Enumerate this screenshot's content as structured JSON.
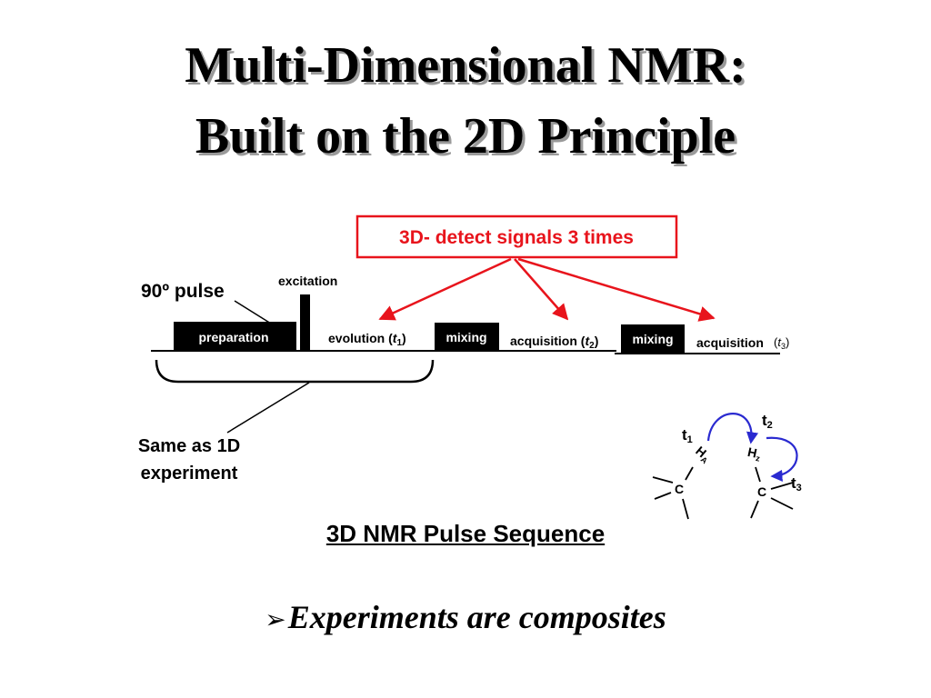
{
  "title": {
    "line1": "Multi-Dimensional NMR:",
    "line2": "Built on the 2D Principle"
  },
  "callout": {
    "label": "3D- detect signals 3 times",
    "color": "#e8141c"
  },
  "pulse_label": "90º pulse",
  "blocks": {
    "excitation": "excitation",
    "preparation": "preparation",
    "evolution": "evolution (",
    "evolution_t": "t",
    "evolution_sub": "1",
    "evolution_close": ")",
    "mixing1": "mixing",
    "acquisition1": "acquisition (",
    "acquisition1_t": "t",
    "acquisition1_sub": "2",
    "acquisition1_close": ")",
    "mixing2": "mixing",
    "acquisition2": "acquisition",
    "acquisition2_open": "(",
    "acquisition2_t": "t",
    "acquisition2_sub": "3",
    "acquisition2_close": ")"
  },
  "same_as_1d": {
    "line1": "Same as 1D",
    "line2": "experiment"
  },
  "molecule": {
    "t1": "t",
    "t1_sub": "1",
    "t2": "t",
    "t2_sub": "2",
    "t3": "t",
    "t3_sub": "3",
    "ha": "H",
    "ha_sub": "A",
    "hz": "H",
    "hz_sub": "z",
    "c_left": "C",
    "c_right": "C",
    "arrow_color": "#2a2ad0"
  },
  "caption": "3D NMR Pulse Sequence",
  "bullet": {
    "symbol": "➢",
    "text": "Experiments are composites"
  }
}
